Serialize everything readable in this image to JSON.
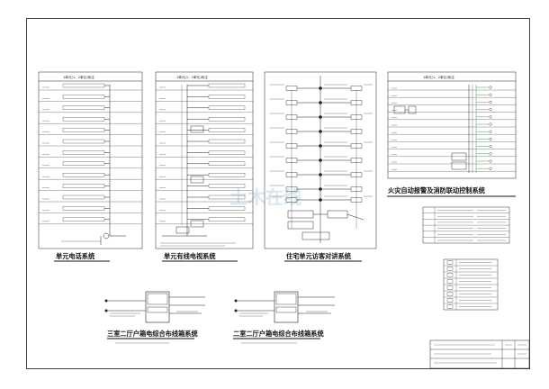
{
  "panels": {
    "telephone": {
      "header": "1单元(1、2单元)标注",
      "title": "单元电话系统"
    },
    "catv": {
      "header": "1单元(1、2单元)标注",
      "title": "单元有线电视系统"
    },
    "intercom": {
      "title": "住宅单元访客对讲系统"
    },
    "fire": {
      "header": "1单元(1、2单元)标注",
      "title": "火灾自动报警及消防联动控制系统"
    },
    "cabinet_3br": {
      "title": "三室二厅户箱电综合布线箱系统"
    },
    "cabinet_2br": {
      "title": "二室二厅户箱电综合布线箱系统"
    }
  },
  "watermark": "土木在线",
  "colors": {
    "line": "#222222",
    "accent_green": "#1f7a2e",
    "paper": "#ffffff"
  }
}
